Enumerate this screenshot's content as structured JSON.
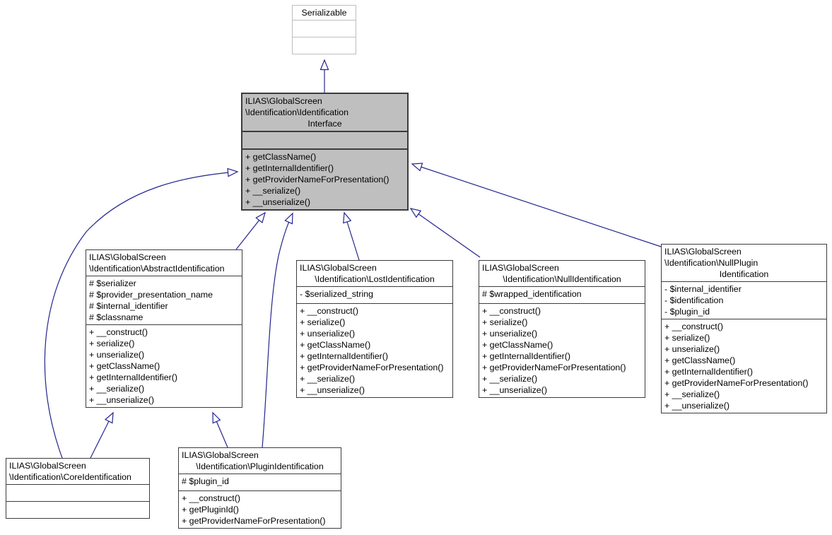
{
  "diagram": {
    "kind": "uml-inheritance-diagram",
    "edge_color": "#24248f",
    "edge_arrow_style": "hollow-triangle",
    "classes": [
      {
        "id": "serializable",
        "qualified_name": "Serializable",
        "title_lines": [
          {
            "text": "Serializable",
            "align": "center"
          }
        ],
        "sections": [
          {
            "name": "attributes",
            "lines": []
          },
          {
            "name": "methods",
            "lines": []
          }
        ],
        "style": {
          "fill": "#ffffff",
          "border": "#bebebe",
          "border_width": 1
        }
      },
      {
        "id": "identification-interface",
        "qualified_name": "ILIAS\\GlobalScreen\\Identification\\IdentificationInterface",
        "title_lines": [
          {
            "text": "ILIAS\\GlobalScreen",
            "align": "left"
          },
          {
            "text": "\\Identification\\Identification",
            "align": "left"
          },
          {
            "text": "Interface",
            "align": "center"
          }
        ],
        "sections": [
          {
            "name": "attributes",
            "lines": []
          },
          {
            "name": "methods",
            "lines": [
              "+ getClassName()",
              "+ getInternalIdentifier()",
              "+ getProviderNameForPresentation()",
              "+ __serialize()",
              "+ __unserialize()"
            ]
          }
        ],
        "style": {
          "fill": "#bfbfbf",
          "border": "#3c3c3c",
          "border_width": 2
        }
      },
      {
        "id": "abstract-identification",
        "qualified_name": "ILIAS\\GlobalScreen\\Identification\\AbstractIdentification",
        "title_lines": [
          {
            "text": "ILIAS\\GlobalScreen",
            "align": "left"
          },
          {
            "text": "\\Identification\\AbstractIdentification",
            "align": "left"
          }
        ],
        "sections": [
          {
            "name": "attributes",
            "lines": [
              "# $serializer",
              "# $provider_presentation_name",
              "# $internal_identifier",
              "# $classname"
            ]
          },
          {
            "name": "methods",
            "lines": [
              "+ __construct()",
              "+ serialize()",
              "+ unserialize()",
              "+ getClassName()",
              "+ getInternalIdentifier()",
              "+ __serialize()",
              "+ __unserialize()"
            ]
          }
        ],
        "style": {
          "fill": "#ffffff",
          "border": "#3c3c3c",
          "border_width": 1
        }
      },
      {
        "id": "lost-identification",
        "qualified_name": "ILIAS\\GlobalScreen\\Identification\\LostIdentification",
        "title_lines": [
          {
            "text": "ILIAS\\GlobalScreen",
            "align": "left"
          },
          {
            "text": "\\Identification\\LostIdentification",
            "align": "center"
          }
        ],
        "sections": [
          {
            "name": "attributes",
            "lines": [
              "- $serialized_string"
            ]
          },
          {
            "name": "methods",
            "lines": [
              "+ __construct()",
              "+ serialize()",
              "+ unserialize()",
              "+ getClassName()",
              "+ getInternalIdentifier()",
              "+ getProviderNameForPresentation()",
              "+ __serialize()",
              "+ __unserialize()"
            ]
          }
        ],
        "style": {
          "fill": "#ffffff",
          "border": "#3c3c3c",
          "border_width": 1
        }
      },
      {
        "id": "null-identification",
        "qualified_name": "ILIAS\\GlobalScreen\\Identification\\NullIdentification",
        "title_lines": [
          {
            "text": "ILIAS\\GlobalScreen",
            "align": "left"
          },
          {
            "text": "\\Identification\\NullIdentification",
            "align": "center"
          }
        ],
        "sections": [
          {
            "name": "attributes",
            "lines": [
              "# $wrapped_identification"
            ]
          },
          {
            "name": "methods",
            "lines": [
              "+ __construct()",
              "+ serialize()",
              "+ unserialize()",
              "+ getClassName()",
              "+ getInternalIdentifier()",
              "+ getProviderNameForPresentation()",
              "+ __serialize()",
              "+ __unserialize()"
            ]
          }
        ],
        "style": {
          "fill": "#ffffff",
          "border": "#3c3c3c",
          "border_width": 1
        }
      },
      {
        "id": "null-plugin-identification",
        "qualified_name": "ILIAS\\GlobalScreen\\Identification\\NullPluginIdentification",
        "title_lines": [
          {
            "text": "ILIAS\\GlobalScreen",
            "align": "left"
          },
          {
            "text": "\\Identification\\NullPlugin",
            "align": "left"
          },
          {
            "text": "Identification",
            "align": "center"
          }
        ],
        "sections": [
          {
            "name": "attributes",
            "lines": [
              "- $internal_identifier",
              "- $identification",
              "- $plugin_id"
            ]
          },
          {
            "name": "methods",
            "lines": [
              "+ __construct()",
              "+ serialize()",
              "+ unserialize()",
              "+ getClassName()",
              "+ getInternalIdentifier()",
              "+ getProviderNameForPresentation()",
              "+ __serialize()",
              "+ __unserialize()"
            ]
          }
        ],
        "style": {
          "fill": "#ffffff",
          "border": "#3c3c3c",
          "border_width": 1
        }
      },
      {
        "id": "core-identification",
        "qualified_name": "ILIAS\\GlobalScreen\\Identification\\CoreIdentification",
        "title_lines": [
          {
            "text": "ILIAS\\GlobalScreen",
            "align": "left"
          },
          {
            "text": "\\Identification\\CoreIdentification",
            "align": "left"
          }
        ],
        "sections": [
          {
            "name": "attributes",
            "lines": []
          },
          {
            "name": "methods",
            "lines": []
          }
        ],
        "style": {
          "fill": "#ffffff",
          "border": "#3c3c3c",
          "border_width": 1
        }
      },
      {
        "id": "plugin-identification",
        "qualified_name": "ILIAS\\GlobalScreen\\Identification\\PluginIdentification",
        "title_lines": [
          {
            "text": "ILIAS\\GlobalScreen",
            "align": "left"
          },
          {
            "text": "\\Identification\\PluginIdentification",
            "align": "center"
          }
        ],
        "sections": [
          {
            "name": "attributes",
            "lines": [
              "# $plugin_id"
            ]
          },
          {
            "name": "methods",
            "lines": [
              "+ __construct()",
              "+ getPluginId()",
              "+ getProviderNameForPresentation()"
            ]
          }
        ],
        "style": {
          "fill": "#ffffff",
          "border": "#3c3c3c",
          "border_width": 1
        }
      }
    ],
    "edges": [
      {
        "child": "identification-interface",
        "parent": "serializable",
        "type": "inheritance"
      },
      {
        "child": "abstract-identification",
        "parent": "identification-interface",
        "type": "inheritance"
      },
      {
        "child": "lost-identification",
        "parent": "identification-interface",
        "type": "inheritance"
      },
      {
        "child": "null-identification",
        "parent": "identification-interface",
        "type": "inheritance"
      },
      {
        "child": "null-plugin-identification",
        "parent": "identification-interface",
        "type": "inheritance"
      },
      {
        "child": "core-identification",
        "parent": "identification-interface",
        "type": "inheritance"
      },
      {
        "child": "core-identification",
        "parent": "abstract-identification",
        "type": "inheritance"
      },
      {
        "child": "plugin-identification",
        "parent": "abstract-identification",
        "type": "inheritance"
      },
      {
        "child": "plugin-identification",
        "parent": "identification-interface",
        "type": "inheritance"
      }
    ]
  }
}
